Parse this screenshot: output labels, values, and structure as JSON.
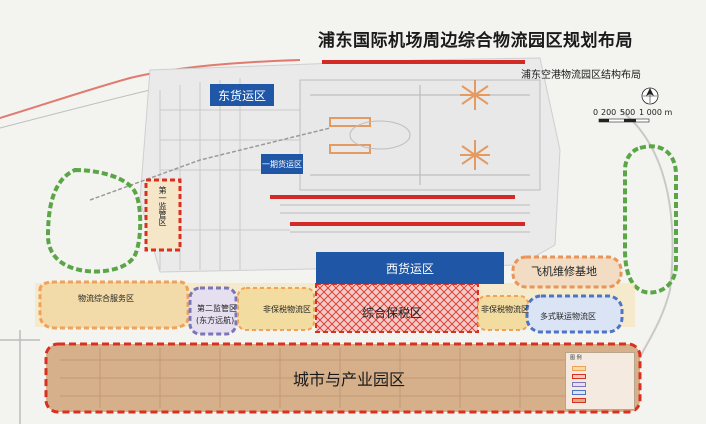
{
  "map": {
    "title": "浦东国际机场周边综合物流园区规划布局",
    "subtitle": "浦东空港物流园区结构布局",
    "scale": {
      "labels": [
        "0",
        "200",
        "500",
        "1 000 m"
      ]
    },
    "north_arrow": "north-arrow-icon",
    "zones": {
      "east_cargo": "东货运区",
      "phase1_cargo": "一期货运区",
      "west_cargo": "西货运区",
      "first_customs": "第一监管区",
      "aircraft_maintenance": "飞机维修基地",
      "logistics_service": "物流综合服务区",
      "second_customs_line1": "第二监管区",
      "second_customs_line2": "(东方远航)",
      "non_bonded_west": "非保税物流区",
      "comprehensive_bonded": "综合保税区",
      "non_bonded_east": "非保税物流区",
      "multimodal": "多式联运物流区",
      "city_industry": "城市与产业园区"
    },
    "legend": {
      "title": "图 例"
    },
    "colors": {
      "blue_label_bg": "#1f56a6",
      "red_line": "#d42a26",
      "green_boundary": "#5aa646",
      "brown_zone": "#d6b08a",
      "red_dash": "#d9301f",
      "purple_boundary": "#7b76b8",
      "blue_boundary": "#4f74c4",
      "yellow_zone": "#f3dca0",
      "orange_boundary": "#f0a15a"
    }
  }
}
